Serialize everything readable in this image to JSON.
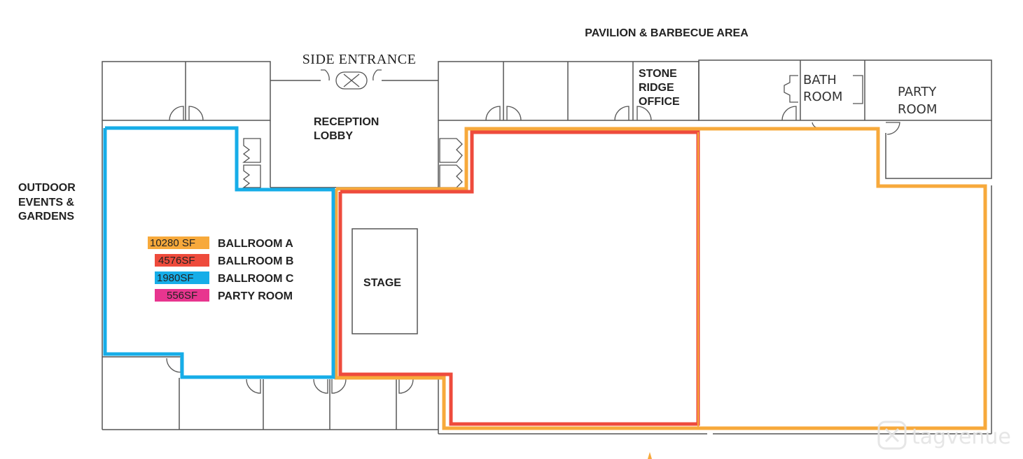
{
  "labels": {
    "pavilion": "PAVILION & BARBECUE AREA",
    "side_entrance": "SIDE ENTRANCE",
    "reception": [
      "RECEPTION",
      "LOBBY"
    ],
    "outdoor": [
      "OUTDOOR",
      "EVENTS &",
      "GARDENS"
    ],
    "stone_ridge": [
      "STONE",
      "RIDGE",
      "OFFICE"
    ],
    "bathroom": [
      "BATH",
      "ROOM"
    ],
    "party_room": [
      "PARTY",
      "ROOM"
    ],
    "stage": "STAGE"
  },
  "legend": [
    {
      "value": "10280 SF",
      "name": "BALLROOM A",
      "color": "#f7a93b"
    },
    {
      "value": "4576SF",
      "name": "BALLROOM B",
      "color": "#ee4b3c"
    },
    {
      "value": "1980SF",
      "name": "BALLROOM C",
      "color": "#16ade8"
    },
    {
      "value": "556SF",
      "name": "PARTY ROOM",
      "color": "#e8358f"
    }
  ],
  "colors": {
    "ballroom_a": "#f7a93b",
    "ballroom_b": "#ee4b3c",
    "ballroom_c": "#16ade8",
    "party_room": "#e8358f",
    "walls": "#555555"
  },
  "watermark": "tagvenue"
}
